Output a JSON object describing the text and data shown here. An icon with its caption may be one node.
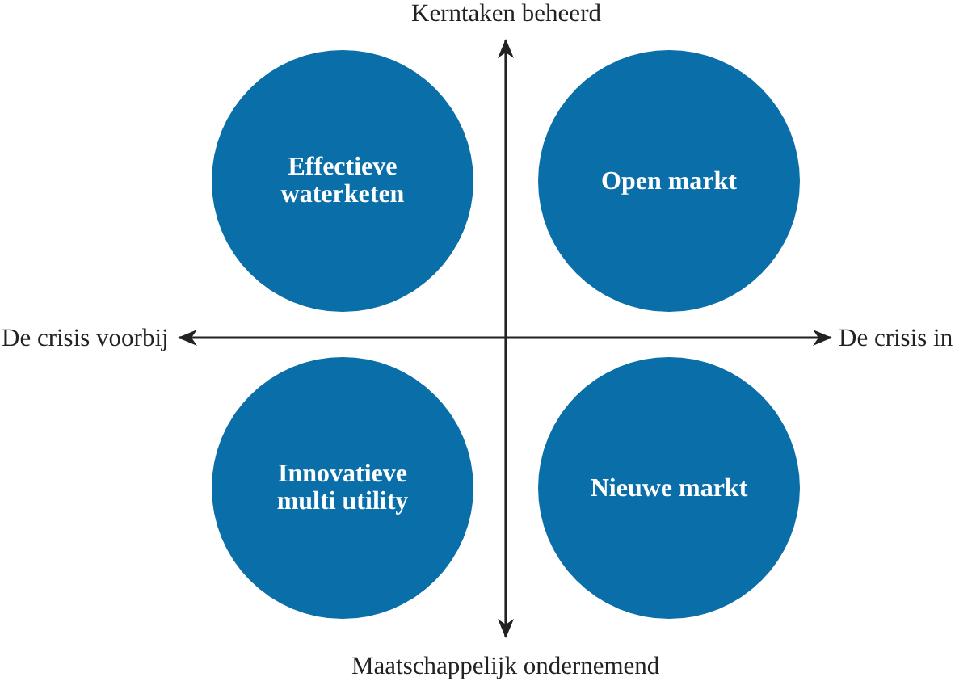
{
  "diagram": {
    "nodes": [
      {
        "text": [
          "Effectieve waterketen"
        ]
      },
      {
        "text": [
          "Open markt"
        ]
      },
      {
        "text": [
          "Innovatieve multi utility"
        ]
      },
      {
        "text": [
          "Nieuwe markt"
        ]
      }
    ],
    "labels": [
      "Kerntaken beheerd",
      "De crisis voorbij",
      "De crisis in",
      "Maatschappelijk ondernemend"
    ]
  }
}
